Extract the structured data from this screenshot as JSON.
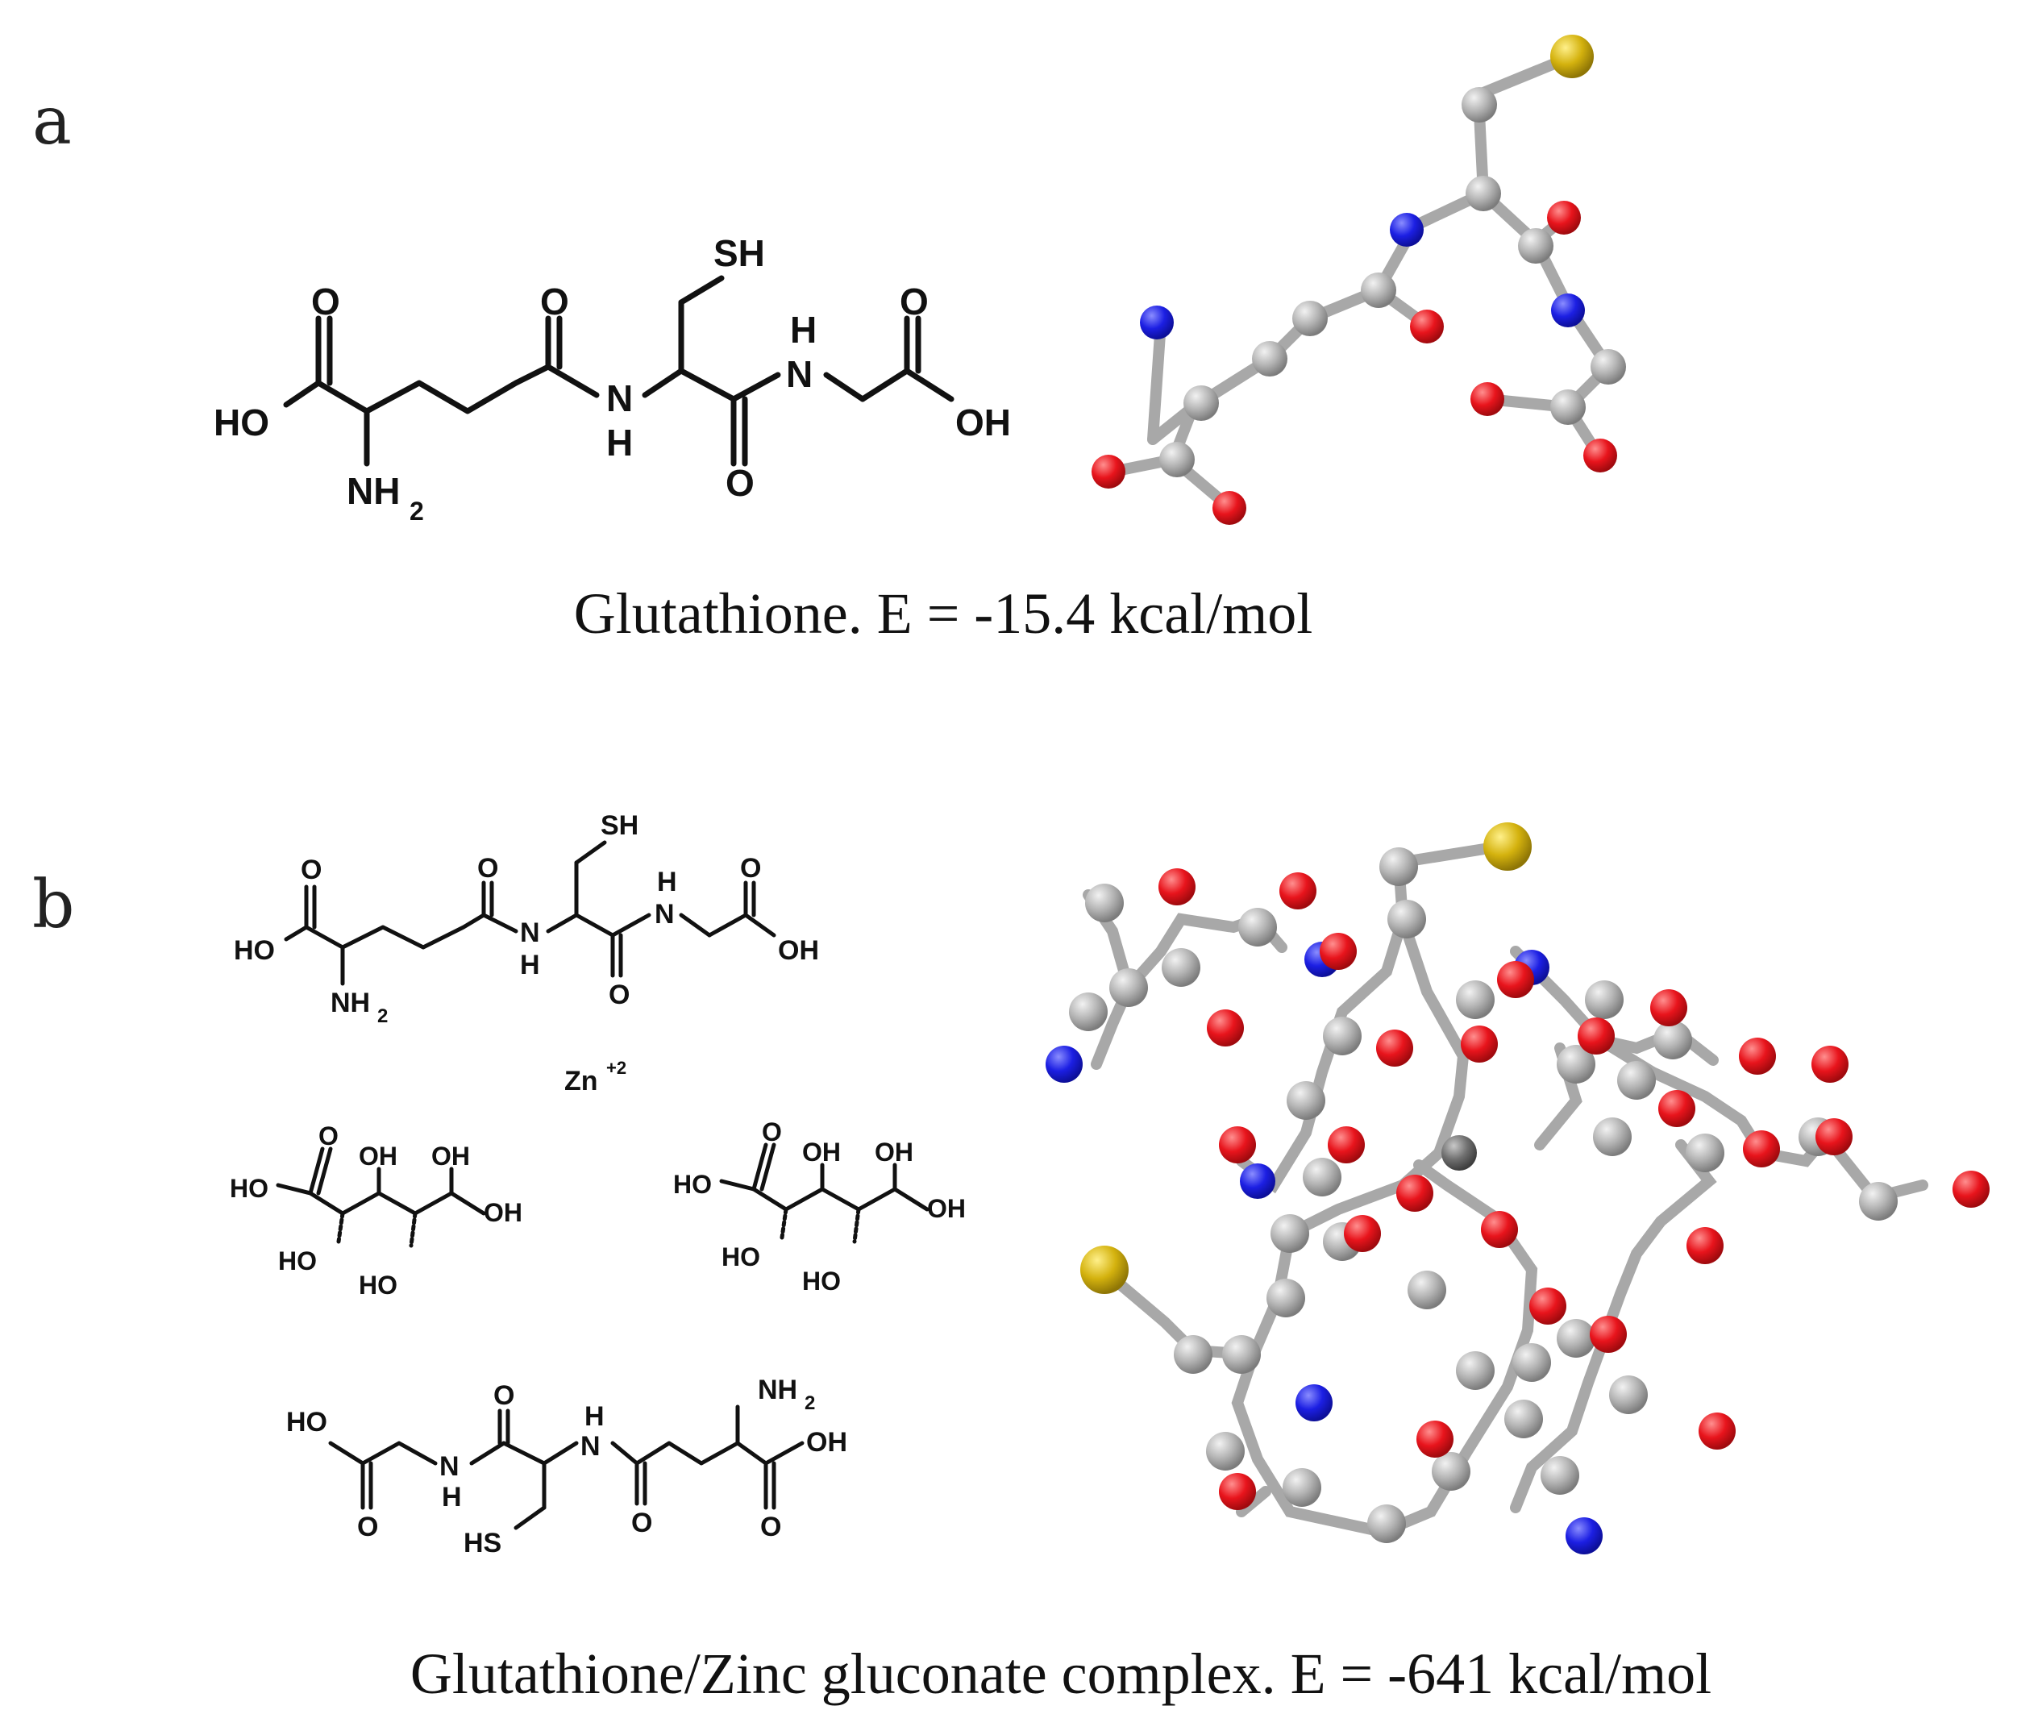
{
  "panels": [
    {
      "letter": "a",
      "caption": "Glutathione. E = -15.4 kcal/mol",
      "skeletal_labels": [
        "HO",
        "NH",
        "2",
        "O",
        "N",
        "H",
        "SH",
        "O",
        "O",
        "N",
        "H",
        "O",
        "OH"
      ]
    },
    {
      "letter": "b",
      "caption": "Glutathione/Zinc gluconate complex. E = -641 kcal/mol",
      "ion_label": "Zn",
      "ion_charge": "+2",
      "glutathione_labels": [
        "HO",
        "NH",
        "2",
        "O",
        "N",
        "H",
        "SH",
        "O",
        "O",
        "N",
        "H",
        "O",
        "OH"
      ],
      "gluconate_labels": [
        "HO",
        "O",
        "OH",
        "OH",
        "OH",
        "HO",
        "HO"
      ],
      "glutathione_flipped_labels": [
        "HO",
        "O",
        "N",
        "H",
        "O",
        "HS",
        "N",
        "H",
        "O",
        "NH",
        "2",
        "OH",
        "O"
      ]
    }
  ],
  "atom_colors": {
    "carbon": "#a9a9a9",
    "oxygen": "#e8141c",
    "nitrogen": "#1c1fe3",
    "sulfur": "#d4b20e",
    "zinc": "#707070"
  }
}
